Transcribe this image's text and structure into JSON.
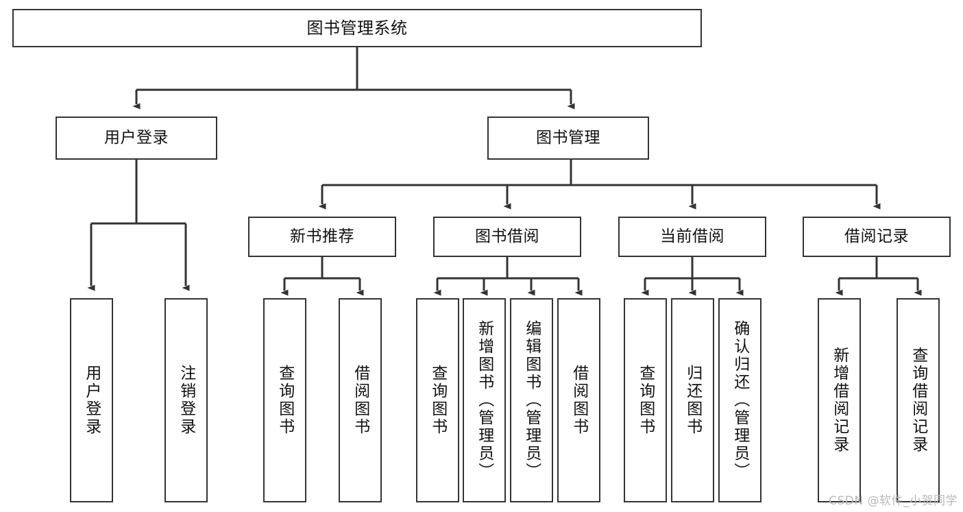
{
  "diagram": {
    "type": "tree",
    "title": "图书管理系统",
    "orientation": "top-down",
    "stroke_color": "#333333",
    "fill_color": "#ffffff",
    "text_color": "#111111"
  },
  "watermark": {
    "text": "CSDN @软件_小贺同学",
    "color": "#b8b8b8"
  },
  "nodes": {
    "root": {
      "label": "图书管理系统",
      "level": 1
    },
    "level2": [
      {
        "id": "user-login",
        "label": "用户登录"
      },
      {
        "id": "book-manage",
        "label": "图书管理"
      }
    ],
    "level3": [
      {
        "id": "new-book-rec",
        "label": "新书推荐",
        "parent": "book-manage"
      },
      {
        "id": "book-borrow",
        "label": "图书借阅",
        "parent": "book-manage"
      },
      {
        "id": "current-borrow",
        "label": "当前借阅",
        "parent": "book-manage"
      },
      {
        "id": "borrow-record",
        "label": "借阅记录",
        "parent": "book-manage"
      }
    ],
    "leaves": [
      {
        "id": "leaf-user-login",
        "label": "用户登录",
        "parent": "user-login"
      },
      {
        "id": "leaf-user-logout",
        "label": "注销登录",
        "parent": "user-login"
      },
      {
        "id": "leaf-rec-query",
        "label": "查询图书",
        "parent": "new-book-rec"
      },
      {
        "id": "leaf-rec-borrow",
        "label": "借阅图书",
        "parent": "new-book-rec"
      },
      {
        "id": "leaf-borrow-query",
        "label": "查询图书",
        "parent": "book-borrow"
      },
      {
        "id": "leaf-borrow-add",
        "label": "新增图书（管理员）",
        "parent": "book-borrow"
      },
      {
        "id": "leaf-borrow-edit",
        "label": "编辑图书（管理员）",
        "parent": "book-borrow"
      },
      {
        "id": "leaf-borrow-do",
        "label": "借阅图书",
        "parent": "book-borrow"
      },
      {
        "id": "leaf-cur-query",
        "label": "查询图书",
        "parent": "current-borrow"
      },
      {
        "id": "leaf-cur-return",
        "label": "归还图书",
        "parent": "current-borrow"
      },
      {
        "id": "leaf-cur-confirm",
        "label": "确认归还（管理员）",
        "parent": "current-borrow"
      },
      {
        "id": "leaf-rec-add",
        "label": "新增借阅记录",
        "parent": "borrow-record"
      },
      {
        "id": "leaf-rec-search",
        "label": "查询借阅记录",
        "parent": "borrow-record"
      }
    ]
  }
}
